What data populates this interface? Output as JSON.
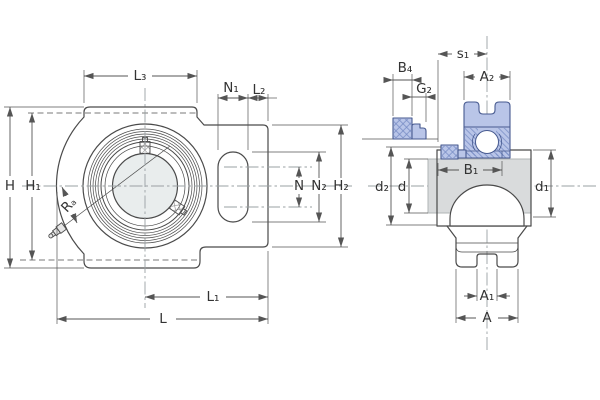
{
  "drawing": {
    "kind": "take-up bearing unit, two orthographic views",
    "front_view_labels": [
      "L₃",
      "N₁",
      "L₂",
      "H",
      "H₁",
      "Rₐ",
      "N",
      "N₂",
      "H₂",
      "L₁",
      "L"
    ],
    "side_view_labels": [
      "s₁",
      "B₄",
      "G₂",
      "A₂",
      "B₁",
      "d₂",
      "d",
      "d₁",
      "A₁",
      "A"
    ]
  },
  "labels": {
    "L3": "L₃",
    "N1": "N₁",
    "L2": "L₂",
    "H": "H",
    "H1": "H₁",
    "Ra": "Rₐ",
    "N": "N",
    "N2": "N₂",
    "H2": "H₂",
    "L1": "L₁",
    "L": "L",
    "s1": "s₁",
    "B4": "B₄",
    "G2": "G₂",
    "A2": "A₂",
    "B1": "B₁",
    "d2": "d₂",
    "d": "d",
    "d1": "d₁",
    "A1": "A₁",
    "A": "A"
  },
  "colors": {
    "section_fill": "#b9c5e8",
    "section_outline": "#46598f",
    "hatch": "#7388c2",
    "shaft_fill": "#d9dbdc",
    "bore_fill": "#e9eded",
    "line": "#4a4a4a",
    "dim": "#555555",
    "centerline": "#9aa0a3",
    "text": "#333333",
    "background": "#ffffff"
  }
}
